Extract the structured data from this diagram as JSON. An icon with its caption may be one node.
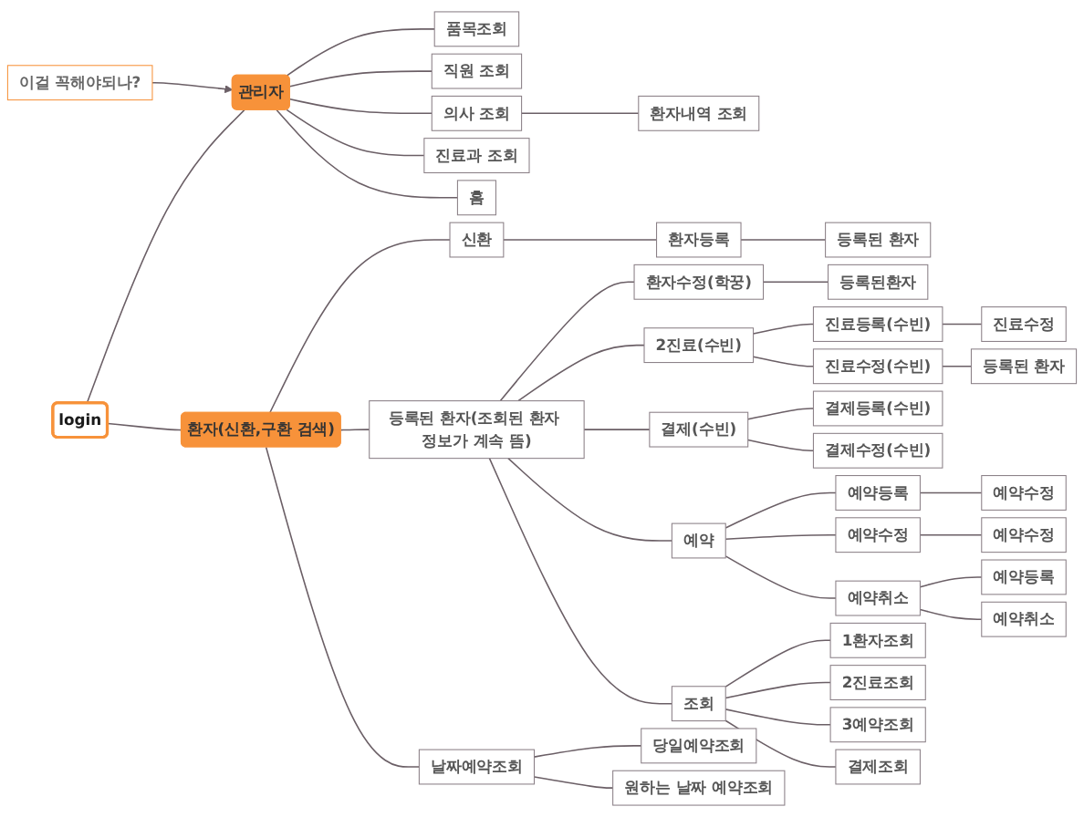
{
  "diagram": {
    "nodes": [
      {
        "text": [
          "login"
        ]
      },
      {
        "text": [
          "관리자"
        ]
      },
      {
        "text": [
          "품목조회"
        ]
      },
      {
        "text": [
          "직원 조회"
        ]
      },
      {
        "text": [
          "의사 조회"
        ]
      },
      {
        "text": [
          "환자내역 조회"
        ]
      },
      {
        "text": [
          "진료과 조회"
        ]
      },
      {
        "text": [
          "홈"
        ]
      },
      {
        "text": [
          "환자(신환,구환 검색)"
        ]
      },
      {
        "text": [
          "신환"
        ]
      },
      {
        "text": [
          "환자등록"
        ]
      },
      {
        "text": [
          "등록된 환자"
        ]
      },
      {
        "text": [
          "등록된 환자(조회된 환자 정보가 계속 뜸)"
        ]
      },
      {
        "text": [
          "환자수정(학꿍)"
        ]
      },
      {
        "text": [
          "등록된환자"
        ]
      },
      {
        "text": [
          "2진료(수빈)"
        ]
      },
      {
        "text": [
          "진료등록(수빈)"
        ]
      },
      {
        "text": [
          "진료수정"
        ]
      },
      {
        "text": [
          "진료수정(수빈)"
        ]
      },
      {
        "text": [
          "등록된 환자"
        ]
      },
      {
        "text": [
          "결제(수빈)"
        ]
      },
      {
        "text": [
          "결제등록(수빈)"
        ]
      },
      {
        "text": [
          "결제수정(수빈)"
        ]
      },
      {
        "text": [
          "예약"
        ]
      },
      {
        "text": [
          "예약등록"
        ]
      },
      {
        "text": [
          "예약수정"
        ]
      },
      {
        "text": [
          "예약수정"
        ]
      },
      {
        "text": [
          "예약수정"
        ]
      },
      {
        "text": [
          "예약취소"
        ]
      },
      {
        "text": [
          "예약등록"
        ]
      },
      {
        "text": [
          "예약취소"
        ]
      },
      {
        "text": [
          "조회"
        ]
      },
      {
        "text": [
          "1환자조회"
        ]
      },
      {
        "text": [
          "2진료조회"
        ]
      },
      {
        "text": [
          "3예약조회"
        ]
      },
      {
        "text": [
          "결제조회"
        ]
      },
      {
        "text": [
          "날짜예약조회"
        ]
      },
      {
        "text": [
          "당일예약조회"
        ]
      },
      {
        "text": [
          "원하는 날짜 예약조회"
        ]
      },
      {
        "text": [
          "이걸 꼭해야되나?"
        ]
      }
    ],
    "edges": [
      {
        "from": 0,
        "to": 1,
        "arrow": "none"
      },
      {
        "from": 1,
        "to": 2,
        "arrow": "none"
      },
      {
        "from": 1,
        "to": 3,
        "arrow": "none"
      },
      {
        "from": 1,
        "to": 4,
        "arrow": "none"
      },
      {
        "from": 4,
        "to": 5,
        "arrow": "none"
      },
      {
        "from": 1,
        "to": 6,
        "arrow": "none"
      },
      {
        "from": 1,
        "to": 7,
        "arrow": "none"
      },
      {
        "from": 0,
        "to": 8,
        "arrow": "none"
      },
      {
        "from": 8,
        "to": 9,
        "arrow": "none"
      },
      {
        "from": 9,
        "to": 10,
        "arrow": "none"
      },
      {
        "from": 10,
        "to": 11,
        "arrow": "none"
      },
      {
        "from": 8,
        "to": 12,
        "arrow": "none"
      },
      {
        "from": 12,
        "to": 13,
        "arrow": "none"
      },
      {
        "from": 13,
        "to": 14,
        "arrow": "none"
      },
      {
        "from": 12,
        "to": 15,
        "arrow": "none"
      },
      {
        "from": 15,
        "to": 16,
        "arrow": "none"
      },
      {
        "from": 16,
        "to": 17,
        "arrow": "none"
      },
      {
        "from": 15,
        "to": 18,
        "arrow": "none"
      },
      {
        "from": 18,
        "to": 19,
        "arrow": "none"
      },
      {
        "from": 12,
        "to": 20,
        "arrow": "none"
      },
      {
        "from": 20,
        "to": 21,
        "arrow": "none"
      },
      {
        "from": 20,
        "to": 22,
        "arrow": "none"
      },
      {
        "from": 12,
        "to": 23,
        "arrow": "none"
      },
      {
        "from": 23,
        "to": 24,
        "arrow": "none"
      },
      {
        "from": 24,
        "to": 25,
        "arrow": "none"
      },
      {
        "from": 23,
        "to": 26,
        "arrow": "none"
      },
      {
        "from": 26,
        "to": 27,
        "arrow": "none"
      },
      {
        "from": 23,
        "to": 28,
        "arrow": "none"
      },
      {
        "from": 28,
        "to": 29,
        "arrow": "none"
      },
      {
        "from": 28,
        "to": 30,
        "arrow": "none"
      },
      {
        "from": 12,
        "to": 31,
        "arrow": "none"
      },
      {
        "from": 31,
        "to": 32,
        "arrow": "none"
      },
      {
        "from": 31,
        "to": 33,
        "arrow": "none"
      },
      {
        "from": 31,
        "to": 34,
        "arrow": "none"
      },
      {
        "from": 31,
        "to": 35,
        "arrow": "none"
      },
      {
        "from": 8,
        "to": 36,
        "arrow": "none"
      },
      {
        "from": 36,
        "to": 37,
        "arrow": "none"
      },
      {
        "from": 36,
        "to": 38,
        "arrow": "none"
      },
      {
        "from": 39,
        "to": 1,
        "arrow": "to"
      }
    ]
  }
}
